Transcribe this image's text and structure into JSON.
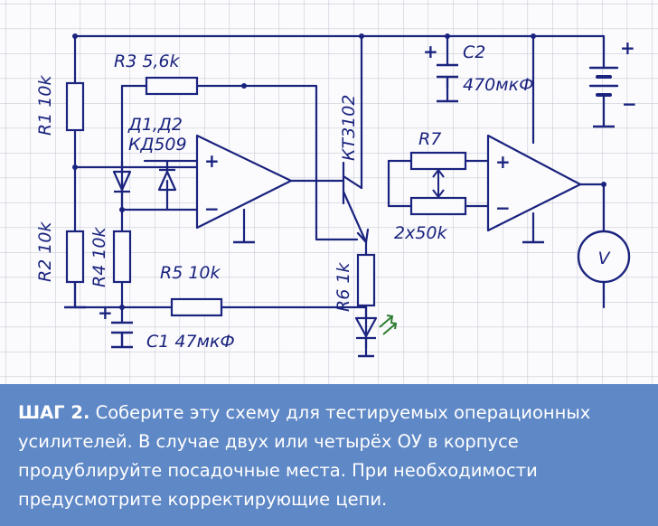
{
  "diagram": {
    "labels": {
      "r1": "R1 10k",
      "r2": "R2 10k",
      "r3": "R3 5,6k",
      "r4": "R4 10k",
      "r5": "R5 10k",
      "r6": "R6 1k",
      "r7": "R7",
      "r7_value": "2x50k",
      "d1d2": "Д1,Д2",
      "kd": "КД509",
      "transistor": "КТ3102",
      "c1": "С1 47мкФ",
      "c2": "С2",
      "c2_value": "470мкФ",
      "meter": "V",
      "plus": "+",
      "minus": "−"
    },
    "colors": {
      "ink": "#1a237e",
      "grid": "#c9cad8",
      "led_arrows": "#2e7d32",
      "caption_bg": "#5f88c6"
    }
  },
  "caption": {
    "step": "ШАГ 2.",
    "text": " Соберите эту схему для тестируемых операционных усилителей. В случае двух или четырёх ОУ в корпусе продублируйте посадочные места. При необходимости предусмотрите корректирующие цепи."
  }
}
